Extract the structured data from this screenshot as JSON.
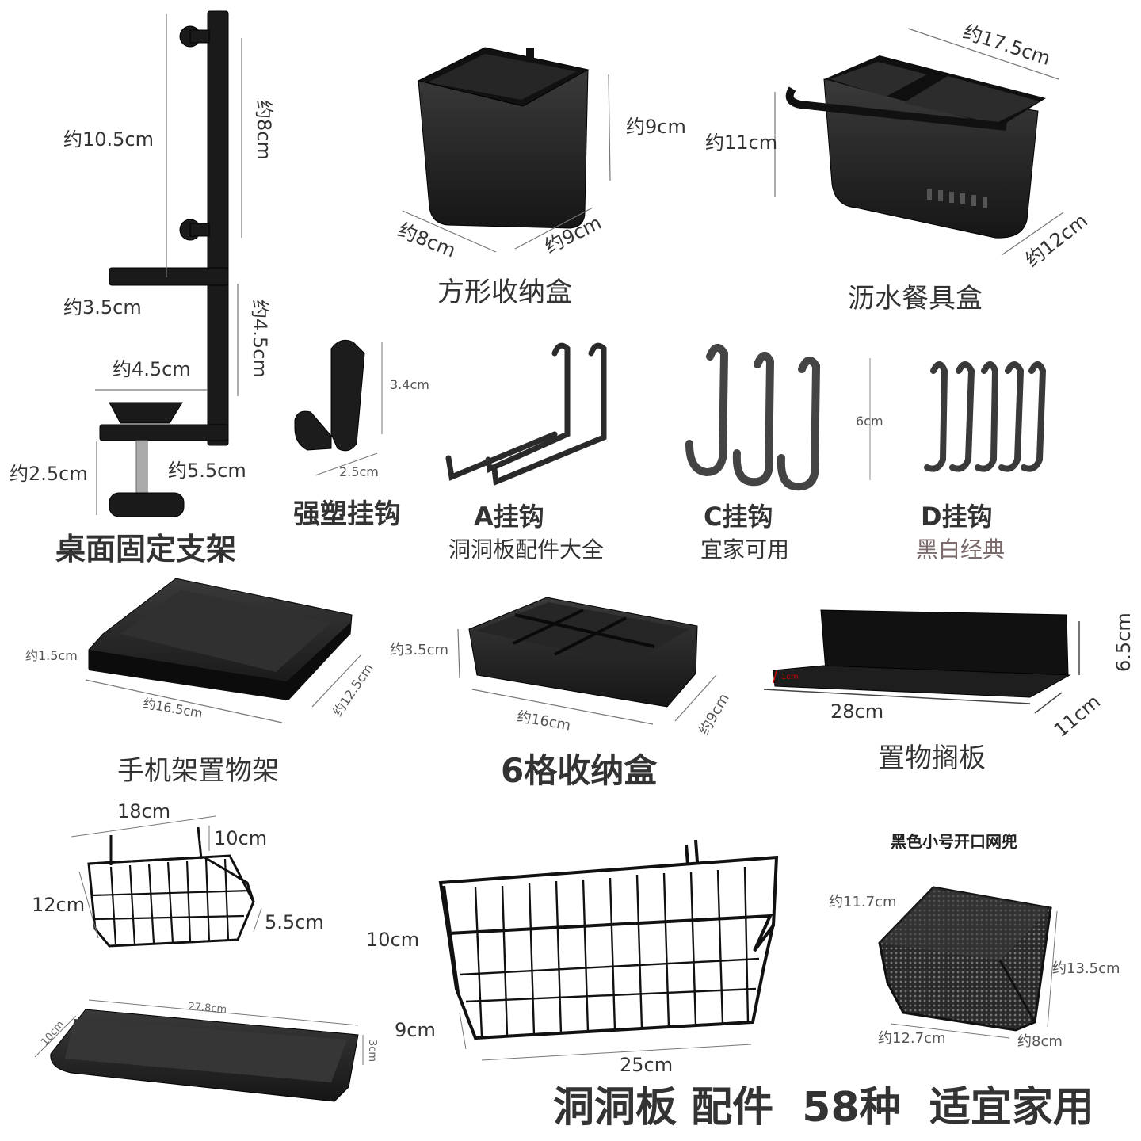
{
  "desk_clamp": {
    "dims": [
      "约10.5cm",
      "约8cm",
      "约3.5cm",
      "约4.5cm",
      "约4.5cm",
      "约2.5cm",
      "约5.5cm"
    ],
    "name": "桌面固定支架"
  },
  "square_box": {
    "dims": [
      "约9cm",
      "约8cm",
      "约9cm"
    ],
    "name": "方形收纳盒"
  },
  "drain_box": {
    "dims": [
      "约17.5cm",
      "约11cm",
      "约12cm"
    ],
    "name": "沥水餐具盒"
  },
  "plastic_hook": {
    "dims": [
      "3.4cm",
      "2.5cm"
    ],
    "name": "强塑挂钩"
  },
  "hook_a": {
    "title": "A挂钩",
    "subtitle": "洞洞板配件大全"
  },
  "hook_c": {
    "title": "C挂钩",
    "subtitle": "宜家可用"
  },
  "hook_d": {
    "dim": "6cm",
    "title": "D挂钩",
    "subtitle": "黑白经典"
  },
  "phone_tray": {
    "dims": [
      "约1.5cm",
      "约16.5cm",
      "约12.5cm"
    ],
    "name": "手机架置物架"
  },
  "grid_box": {
    "dims": [
      "约3.5cm",
      "约16cm",
      "约9cm"
    ],
    "name": "6格收纳盒"
  },
  "shelf": {
    "dims": [
      "1cm",
      "28cm",
      "11cm",
      "6.5cm"
    ],
    "name": "置物搁板"
  },
  "small_basket": {
    "dims": [
      "18cm",
      "10cm",
      "12cm",
      "5.5cm"
    ]
  },
  "long_tray": {
    "dims": [
      "27.8cm",
      "10cm",
      "3cm"
    ]
  },
  "large_basket": {
    "dims": [
      "10cm",
      "9cm",
      "25cm"
    ]
  },
  "mesh_basket": {
    "title": "黑色小号开口网兜",
    "dims": [
      "约11.7cm",
      "约13.5cm",
      "约12.7cm",
      "约8cm"
    ]
  },
  "headline": "洞洞板 配件  58种  适宜家用"
}
